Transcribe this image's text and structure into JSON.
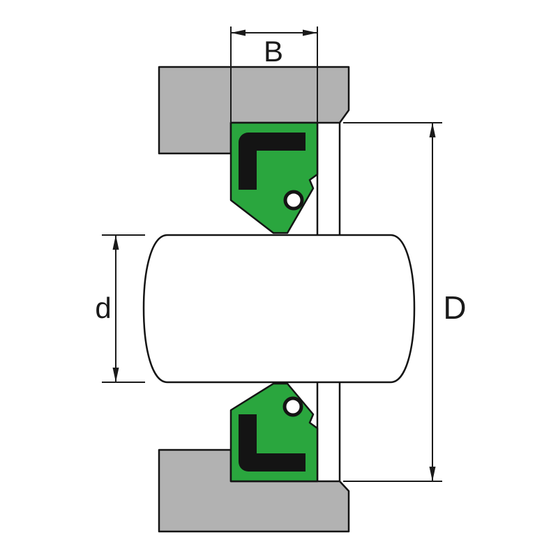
{
  "labels": {
    "seal_width": "B",
    "shaft_diameter": "d",
    "outer_diameter": "D"
  },
  "colors": {
    "background": "#ffffff",
    "housing_gray": "#b2b2b2",
    "seal_green": "#2aa63e",
    "seal_case_black": "#141414",
    "shaft_fill": "#ffffff",
    "spring_fill": "#ffffff"
  }
}
